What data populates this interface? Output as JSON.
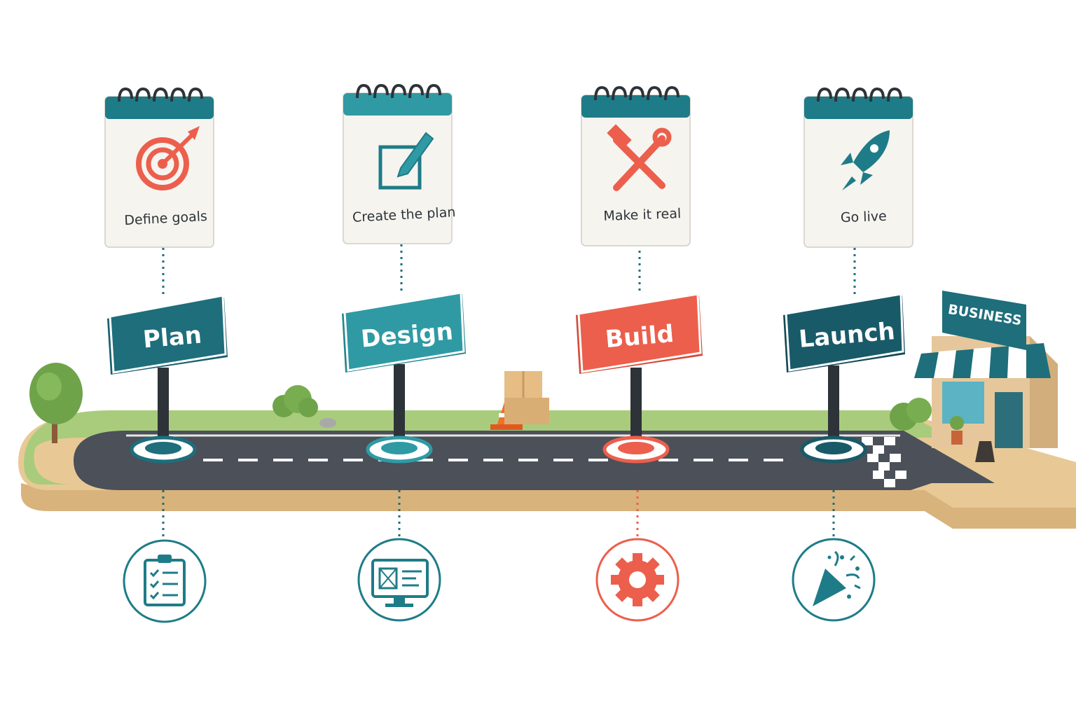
{
  "colors": {
    "teal_dark": "#1e6e7c",
    "teal_mid": "#2f9aa4",
    "coral": "#ec5f4c",
    "navy_teal": "#195a68",
    "road": "#4a4f58",
    "grass": "#9cc56f",
    "base": "#e2c290",
    "paper": "#f6f4ef"
  },
  "stages": [
    {
      "sign_label": "Plan",
      "card_label": "Define goals",
      "card_icon": "target-arrow-icon",
      "bottom_icon": "clipboard-checklist-icon",
      "color": "#1e6e7c"
    },
    {
      "sign_label": "Design",
      "card_label": "Create the plan",
      "card_icon": "pencil-square-icon",
      "bottom_icon": "monitor-wireframe-icon",
      "color": "#2f9aa4"
    },
    {
      "sign_label": "Build",
      "card_label": "Make it real",
      "card_icon": "hammer-wrench-icon",
      "bottom_icon": "gear-icon",
      "color": "#ec5f4c"
    },
    {
      "sign_label": "Launch",
      "card_label": "Go live",
      "card_icon": "rocket-icon",
      "bottom_icon": "party-popper-icon",
      "color": "#195a68"
    }
  ],
  "storefront": {
    "sign_text": "BUSINESS"
  }
}
